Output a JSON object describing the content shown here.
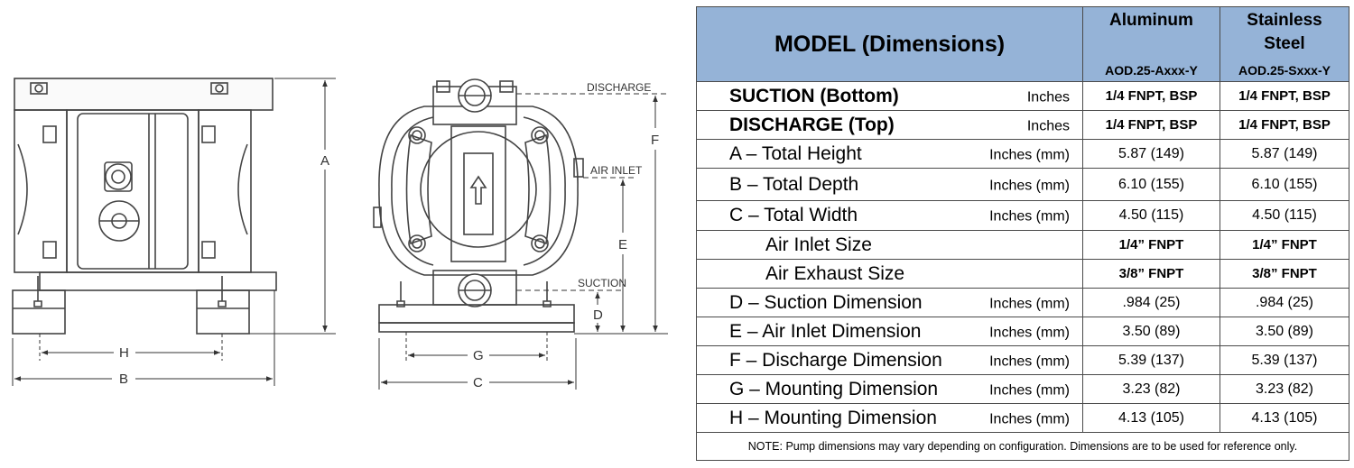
{
  "drawing": {
    "callouts": {
      "discharge": "DISCHARGE",
      "air_inlet": "AIR INLET",
      "suction": "SUCTION"
    },
    "dimension_letters": {
      "a": "A",
      "b": "B",
      "c": "C",
      "d": "D",
      "e": "E",
      "f": "F",
      "g": "G",
      "h": "H"
    }
  },
  "table": {
    "header": {
      "model": "MODEL (Dimensions)",
      "aluminum": {
        "material": "Aluminum",
        "code": "AOD.25-Axxx-Y"
      },
      "stainless": {
        "material_line1": "Stainless",
        "material_line2": "Steel",
        "code": "AOD.25-Sxxx-Y"
      }
    },
    "rows": [
      {
        "label": "SUCTION (Bottom)",
        "unit": "Inches",
        "aluminum": "1/4 FNPT, BSP",
        "stainless": "1/4 FNPT, BSP"
      },
      {
        "label": "DISCHARGE (Top)",
        "unit": "Inches",
        "aluminum": "1/4 FNPT, BSP",
        "stainless": "1/4 FNPT, BSP"
      },
      {
        "label": "A – Total Height",
        "unit": "Inches (mm)",
        "aluminum": "5.87 (149)",
        "stainless": "5.87 (149)"
      },
      {
        "label": "B – Total Depth",
        "unit": "Inches (mm)",
        "aluminum": "6.10 (155)",
        "stainless": "6.10 (155)"
      },
      {
        "label": "C – Total Width",
        "unit": "Inches (mm)",
        "aluminum": "4.50 (115)",
        "stainless": "4.50 (115)"
      },
      {
        "label": "Air Inlet Size",
        "unit": "",
        "aluminum": "1/4” FNPT",
        "stainless": "1/4” FNPT"
      },
      {
        "label": "Air Exhaust Size",
        "unit": "",
        "aluminum": "3/8” FNPT",
        "stainless": "3/8” FNPT"
      },
      {
        "label": "D – Suction Dimension",
        "unit": "Inches (mm)",
        "aluminum": ".984 (25)",
        "stainless": ".984 (25)"
      },
      {
        "label": "E – Air Inlet Dimension",
        "unit": "Inches (mm)",
        "aluminum": "3.50 (89)",
        "stainless": "3.50 (89)"
      },
      {
        "label": "F – Discharge Dimension",
        "unit": "Inches (mm)",
        "aluminum": "5.39 (137)",
        "stainless": "5.39 (137)"
      },
      {
        "label": "G – Mounting Dimension",
        "unit": "Inches (mm)",
        "aluminum": "3.23 (82)",
        "stainless": "3.23 (82)"
      },
      {
        "label": "H – Mounting Dimension",
        "unit": "Inches (mm)",
        "aluminum": "4.13 (105)",
        "stainless": "4.13 (105)"
      }
    ],
    "note": "NOTE: Pump dimensions may vary depending on configuration.  Dimensions are to be used for reference only."
  }
}
